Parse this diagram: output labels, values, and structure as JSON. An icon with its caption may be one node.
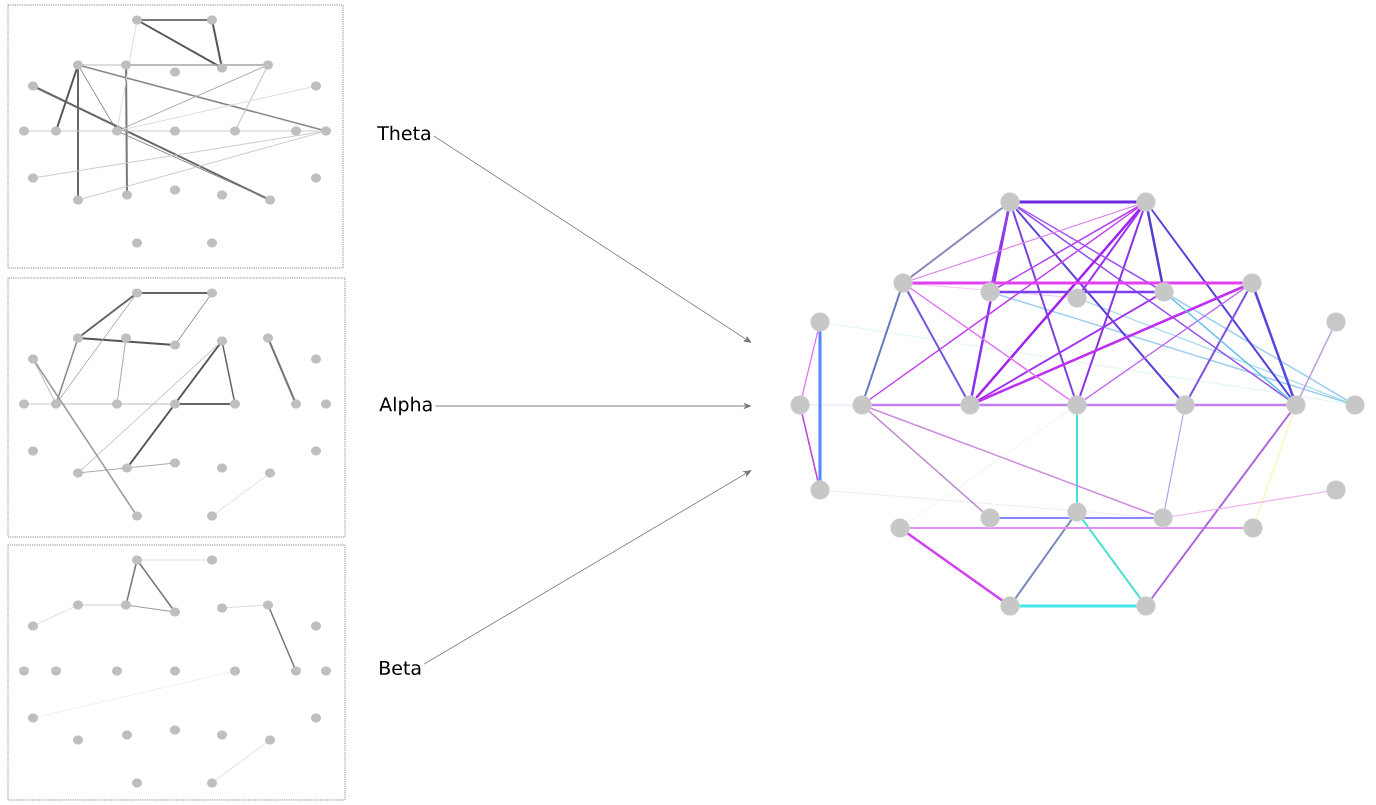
{
  "diagram": {
    "nodes": [
      {
        "text": [
          "Theta"
        ]
      },
      {
        "text": [
          "Alpha"
        ]
      },
      {
        "text": [
          "Beta"
        ]
      },
      {
        "text": [],
        "shape": "picture"
      }
    ],
    "edges": [
      {
        "from": 0,
        "to": 3,
        "arrow": "to"
      },
      {
        "from": 1,
        "to": 3,
        "arrow": "to"
      },
      {
        "from": 2,
        "to": 3,
        "arrow": "to"
      }
    ]
  }
}
